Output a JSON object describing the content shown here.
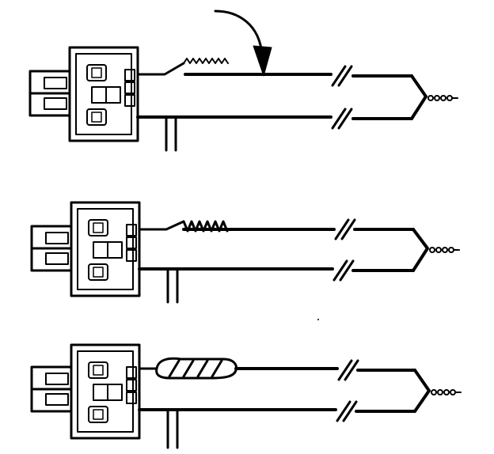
{
  "diagram": {
    "panels": [
      {
        "name": "step-1-pigtail-twisted-onto-wire",
        "splice": "twisted-pigtail"
      },
      {
        "name": "step-2-pigtail-wrapped-onto-wire",
        "splice": "coiled-wrap"
      },
      {
        "name": "step-3-splice-covered-with-tape",
        "splice": "tape-wrap"
      }
    ],
    "icons": {
      "pointer": "curved-arrow-icon",
      "connector": "connector-plug-icon",
      "wire_break": "wire-break-icon",
      "twisted_end": "twisted-wire-end-icon"
    },
    "colors": {
      "ink": "#000000",
      "paper": "#ffffff"
    }
  }
}
